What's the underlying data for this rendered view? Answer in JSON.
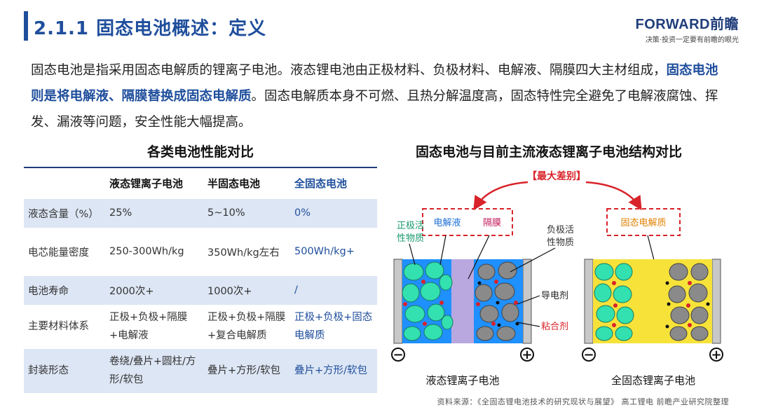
{
  "header": {
    "title": "2.1.1 固态电池概述：定义",
    "logo_main": "FORWARD前瞻",
    "logo_sub": "决策·投资一定要有前瞻的眼光"
  },
  "intro": {
    "part1": "固态电池是指采用固态电解质的锂离子电池。液态锂电池由正极材料、负极材料、电解液、隔膜四大主材组成，",
    "highlight": "固态电池则是将电解液、隔膜替换成固态电解质",
    "part2": "。固态电解质本身不可燃、且热分解温度高，固态特性完全避免了电解液腐蚀、挥发、漏液等问题，安全性能大幅提高。"
  },
  "table": {
    "title": "各类电池性能对比",
    "headers": [
      "",
      "液态锂离子电池",
      "半固态电池",
      "全固态电池"
    ],
    "rows": [
      [
        "液态含量（%）",
        "25%",
        "5~10%",
        "0%"
      ],
      [
        "电芯能量密度",
        "250-300Wh/kg",
        "350Wh/kg左右",
        "500Wh/kg+"
      ],
      [
        "电池寿命",
        "2000次+",
        "1000次+",
        "/"
      ],
      [
        "主要材料体系",
        "正极+负极+隔膜+电解液",
        "正极+负极+隔膜+复合电解质",
        "正极+负极+固态电解质"
      ],
      [
        "封装形态",
        "卷绕/叠片+圆柱/方形/软包",
        "叠片+方形/软包",
        "叠片+方形/软包"
      ]
    ]
  },
  "figure": {
    "title": "固态电池与目前主流液态锂离子电池结构对比",
    "biggest_diff": "【最大差别】",
    "label_cathode": "正极活性物质",
    "label_electrolyte": "电解液",
    "label_separator": "隔膜",
    "label_anode": "负极活性物质",
    "label_solid_electrolyte": "固态电解质",
    "label_conductive": "导电剂",
    "label_binder": "粘合剂",
    "caption_liquid": "液态锂离子电池",
    "caption_solid": "全固态锂离子电池",
    "minus": "−",
    "plus": "+"
  },
  "source": "资料来源：《全固态锂电池技术的研究现状与展望》 高工锂电 前瞻产业研究院整理",
  "colors": {
    "brand": "#1f4e9c",
    "cathode": "#33e0b0",
    "electrolyte": "#1e90ff",
    "separator": "#b9a8e0",
    "anode": "#8a8a8a",
    "solid_electrolyte": "#f7e23a",
    "binder": "#d8232a"
  }
}
